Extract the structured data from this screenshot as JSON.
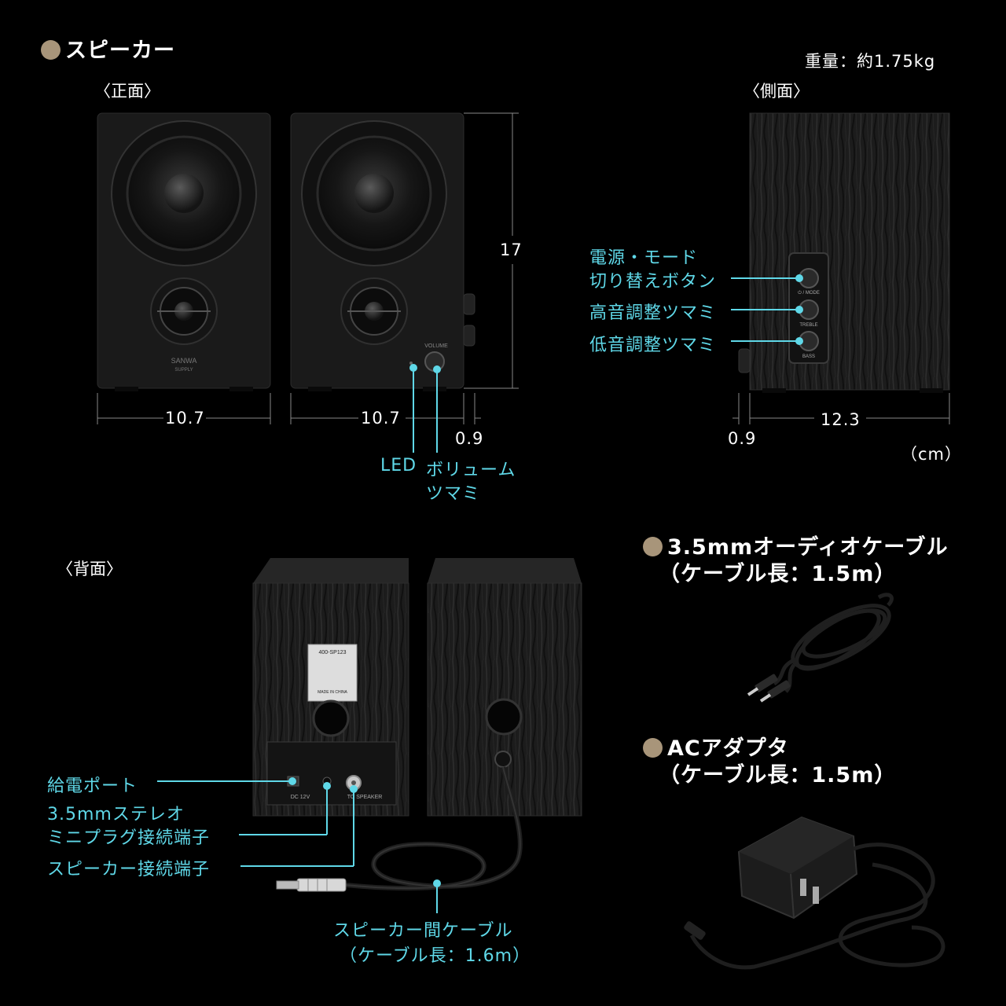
{
  "sections": {
    "speaker": {
      "title": "スピーカー"
    },
    "weight": "重量：約1.75kg",
    "front": "〈正面〉",
    "side": "〈側面〉",
    "back": "〈背面〉",
    "unit": "（cm）",
    "audio_cable": {
      "title": "3.5mmオーディオケーブル",
      "sub": "（ケーブル長：1.5m）"
    },
    "ac_adapter": {
      "title": "ACアダプタ",
      "sub": "（ケーブル長：1.5m）"
    }
  },
  "dimensions": {
    "front_left_width": "10.7",
    "front_right_width": "10.7",
    "height": "17",
    "knob_depth_front": "0.9",
    "side_depth": "12.3",
    "knob_depth_side": "0.9"
  },
  "callouts": {
    "led": "LED",
    "volume_1": "ボリューム",
    "volume_2": "ツマミ",
    "power_1": "電源・モード",
    "power_2": "切り替えボタン",
    "treble": "高音調整ツマミ",
    "bass": "低音調整ツマミ",
    "power_port": "給電ポート",
    "mini_1": "3.5mmステレオ",
    "mini_2": "ミニプラグ接続端子",
    "speaker_port": "スピーカー接続端子",
    "inter_cable_1": "スピーカー間ケーブル",
    "inter_cable_2": "（ケーブル長：1.6m）"
  },
  "panel_labels": {
    "volume": "VOLUME",
    "brand_1": "SANWA",
    "brand_2": "SUPPLY",
    "mode": "⏻ / MODE",
    "treble": "TREBLE",
    "bass": "BASS",
    "dc": "DC 12V",
    "to_speaker": "TO SPEAKER",
    "model": "400-SP123",
    "made": "MADE IN CHINA"
  },
  "colors": {
    "accent": "#5fd8e8",
    "dot": "#a8957a",
    "background": "#000000"
  }
}
